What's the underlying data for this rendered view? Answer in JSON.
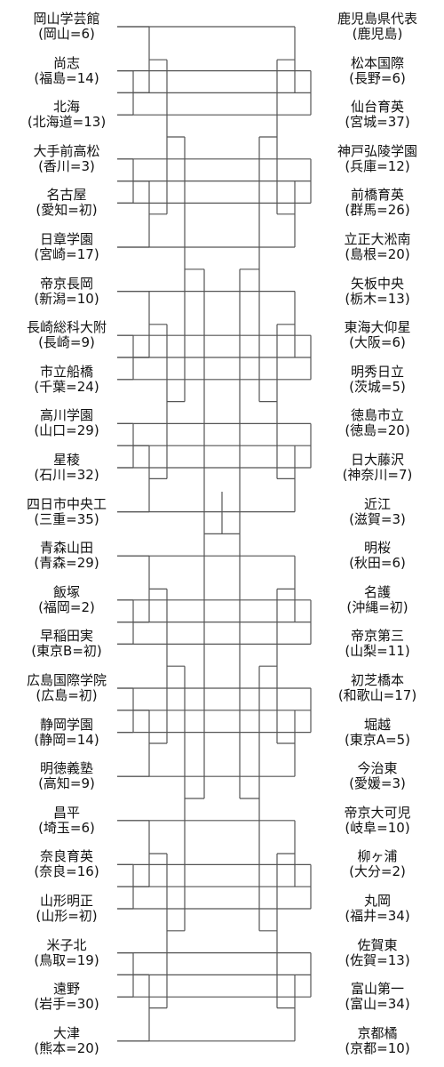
{
  "bracket": {
    "left": [
      {
        "name": "岡山学芸館",
        "pref": "(岡山=6)"
      },
      {
        "name": "尚志",
        "pref": "(福島=14)"
      },
      {
        "name": "北海",
        "pref": "(北海道=13)"
      },
      {
        "name": "大手前高松",
        "pref": "(香川=3)"
      },
      {
        "name": "名古屋",
        "pref": "(愛知=初)"
      },
      {
        "name": "日章学園",
        "pref": "(宮崎=17)"
      },
      {
        "name": "帝京長岡",
        "pref": "(新潟=10)"
      },
      {
        "name": "長崎総科大附",
        "pref": "(長崎=9)"
      },
      {
        "name": "市立船橋",
        "pref": "(千葉=24)"
      },
      {
        "name": "高川学園",
        "pref": "(山口=29)"
      },
      {
        "name": "星稜",
        "pref": "(石川=32)"
      },
      {
        "name": "四日市中央工",
        "pref": "(三重=35)"
      },
      {
        "name": "青森山田",
        "pref": "(青森=29)"
      },
      {
        "name": "飯塚",
        "pref": "(福岡=2)"
      },
      {
        "name": "早稲田実",
        "pref": "(東京B=初)"
      },
      {
        "name": "広島国際学院",
        "pref": "(広島=初)"
      },
      {
        "name": "静岡学園",
        "pref": "(静岡=14)"
      },
      {
        "name": "明徳義塾",
        "pref": "(高知=9)"
      },
      {
        "name": "昌平",
        "pref": "(埼玉=6)"
      },
      {
        "name": "奈良育英",
        "pref": "(奈良=16)"
      },
      {
        "name": "山形明正",
        "pref": "(山形=初)"
      },
      {
        "name": "米子北",
        "pref": "(鳥取=19)"
      },
      {
        "name": "遠野",
        "pref": "(岩手=30)"
      },
      {
        "name": "大津",
        "pref": "(熊本=20)"
      }
    ],
    "right": [
      {
        "name": "鹿児島県代表",
        "pref": "(鹿児島)"
      },
      {
        "name": "松本国際",
        "pref": "(長野=6)"
      },
      {
        "name": "仙台育英",
        "pref": "(宮城=37)"
      },
      {
        "name": "神戸弘陵学園",
        "pref": "(兵庫=12)"
      },
      {
        "name": "前橋育英",
        "pref": "(群馬=26)"
      },
      {
        "name": "立正大淞南",
        "pref": "(島根=20)"
      },
      {
        "name": "矢板中央",
        "pref": "(栃木=13)"
      },
      {
        "name": "東海大仰星",
        "pref": "(大阪=6)"
      },
      {
        "name": "明秀日立",
        "pref": "(茨城=5)"
      },
      {
        "name": "徳島市立",
        "pref": "(徳島=20)"
      },
      {
        "name": "日大藤沢",
        "pref": "(神奈川=7)"
      },
      {
        "name": "近江",
        "pref": "(滋賀=3)"
      },
      {
        "name": "明桜",
        "pref": "(秋田=6)"
      },
      {
        "name": "名護",
        "pref": "(沖縄=初)"
      },
      {
        "name": "帝京第三",
        "pref": "(山梨=11)"
      },
      {
        "name": "初芝橋本",
        "pref": "(和歌山=17)"
      },
      {
        "name": "堀越",
        "pref": "(東京A=5)"
      },
      {
        "name": "今治東",
        "pref": "(愛媛=3)"
      },
      {
        "name": "帝京大可児",
        "pref": "(岐阜=10)"
      },
      {
        "name": "柳ヶ浦",
        "pref": "(大分=2)"
      },
      {
        "name": "丸岡",
        "pref": "(福井=34)"
      },
      {
        "name": "佐賀東",
        "pref": "(佐賀=13)"
      },
      {
        "name": "富山第一",
        "pref": "(富山=34)"
      },
      {
        "name": "京都橘",
        "pref": "(京都=10)"
      }
    ]
  }
}
